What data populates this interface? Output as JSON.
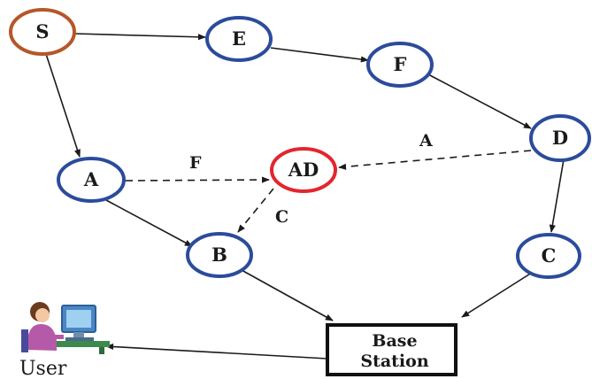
{
  "colors": {
    "node_border": "#2b4c9b",
    "source_border": "#b5572a",
    "attacker_border": "#e3262d",
    "edge": "#1a1a1a"
  },
  "nodes": {
    "s": "S",
    "e": "E",
    "f": "F",
    "d": "D",
    "a": "A",
    "ad": "AD",
    "b": "B",
    "c": "C"
  },
  "edge_labels": {
    "a_to_ad": "F",
    "d_to_ad": "A",
    "ad_to_b": "C"
  },
  "base_station": {
    "line1": "Base",
    "line2": "Station"
  },
  "user": {
    "label": "User",
    "icon": "user-at-computer-icon"
  }
}
